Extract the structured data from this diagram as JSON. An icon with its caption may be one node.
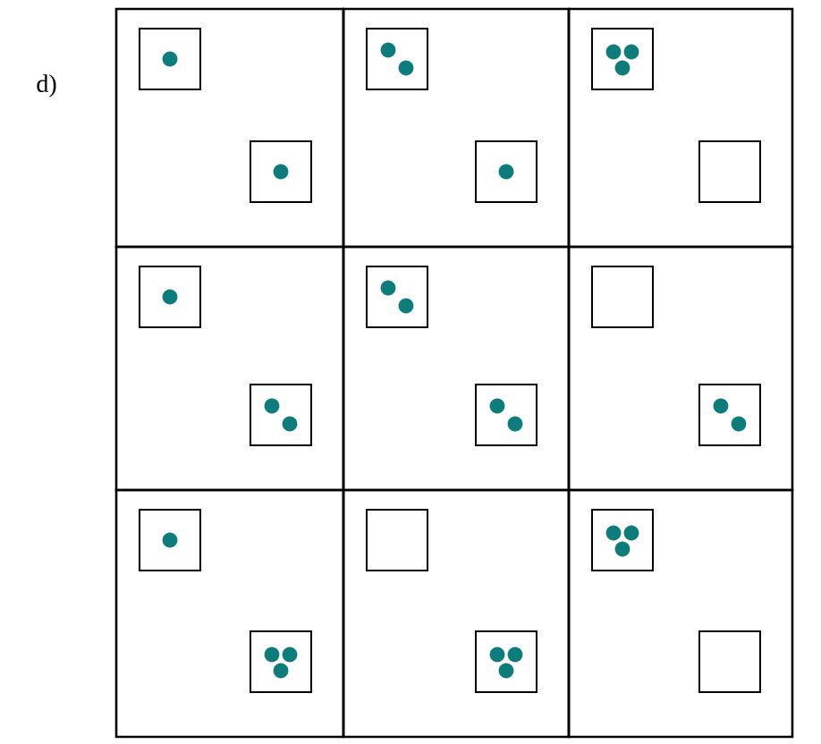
{
  "diagram": {
    "nodes": [
      {
        "text": [],
        "shape": "box"
      },
      {
        "text": [],
        "shape": "box",
        "in": 0
      },
      {
        "text": [],
        "shape": "box",
        "in": 0
      },
      {
        "text": [],
        "shape": "box"
      },
      {
        "text": [],
        "shape": "box",
        "in": 3
      },
      {
        "text": [],
        "shape": "box",
        "in": 3
      },
      {
        "text": [],
        "shape": "box"
      },
      {
        "text": [],
        "shape": "box",
        "in": 6
      },
      {
        "text": [],
        "shape": "box",
        "in": 6
      },
      {
        "text": [],
        "shape": "box"
      },
      {
        "text": [],
        "shape": "box",
        "in": 9
      },
      {
        "text": [],
        "shape": "box",
        "in": 9
      },
      {
        "text": [],
        "shape": "box"
      },
      {
        "text": [],
        "shape": "box",
        "in": 12
      },
      {
        "text": [],
        "shape": "box",
        "in": 12
      },
      {
        "text": [],
        "shape": "box"
      },
      {
        "text": [],
        "shape": "box",
        "in": 15
      },
      {
        "text": [],
        "shape": "box",
        "in": 15
      },
      {
        "text": [],
        "shape": "box"
      },
      {
        "text": [],
        "shape": "box",
        "in": 18
      },
      {
        "text": [],
        "shape": "box",
        "in": 18
      },
      {
        "text": [],
        "shape": "box"
      },
      {
        "text": [],
        "shape": "box",
        "in": 21
      },
      {
        "text": [],
        "shape": "box",
        "in": 21
      },
      {
        "text": [],
        "shape": "box"
      },
      {
        "text": [],
        "shape": "box",
        "in": 24
      },
      {
        "text": [],
        "shape": "box",
        "in": 24
      }
    ],
    "labels": [
      "d)"
    ]
  }
}
